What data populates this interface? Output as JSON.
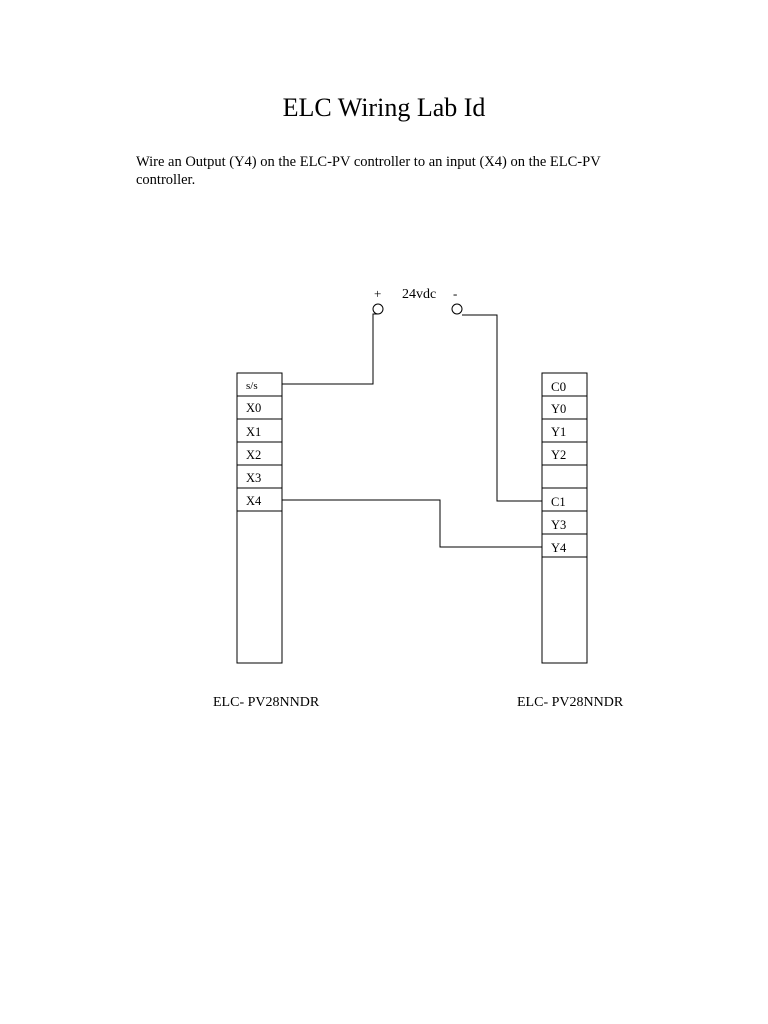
{
  "document": {
    "title": "ELC Wiring Lab Id",
    "instructions": "Wire an Output (Y4) on the ELC-PV controller to an input (X4) on the ELC-PV controller."
  },
  "power_supply": {
    "plus_label": "+",
    "voltage_label": "24vdc",
    "minus_label": "-"
  },
  "left_controller": {
    "name": "ELC- PV28NNDR",
    "terminals": [
      "s/s",
      "X0",
      "X1",
      "X2",
      "X3",
      "X4"
    ]
  },
  "right_controller": {
    "name": "ELC- PV28NNDR",
    "terminals": [
      "C0",
      "Y0",
      "Y1",
      "Y2",
      "",
      "C1",
      "Y3",
      "Y4"
    ]
  },
  "connections": [
    {
      "from": "power_supply.plus",
      "to": "left_controller.s/s"
    },
    {
      "from": "power_supply.minus",
      "to": "right_controller.C1"
    },
    {
      "from": "left_controller.X4",
      "to": "right_controller.Y4"
    }
  ]
}
